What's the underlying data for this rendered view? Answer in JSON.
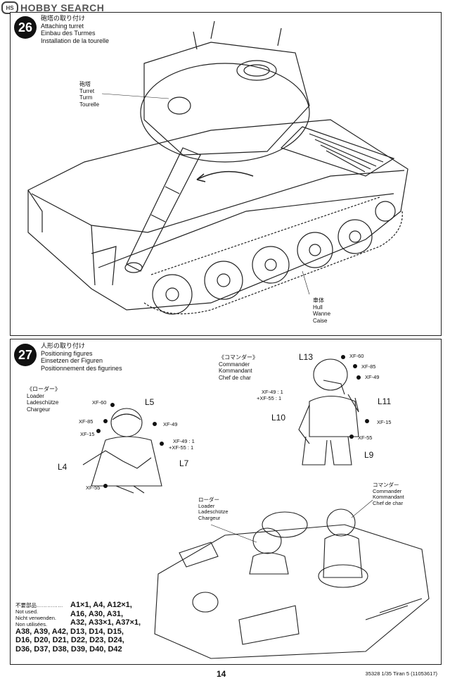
{
  "watermark": {
    "logo": "HS",
    "text": "HOBBY SEARCH"
  },
  "step26": {
    "number": "26",
    "title_jp": "砲塔の取り付け",
    "title_en": "Attaching turret",
    "title_de": "Einbau des Turmes",
    "title_fr": "Installation de la tourelle",
    "turret_label": [
      "砲塔",
      "Turret",
      "Turm",
      "Tourelle"
    ],
    "hull_label": [
      "車体",
      "Hull",
      "Wanne",
      "Caise"
    ]
  },
  "step27": {
    "number": "27",
    "title_jp": "人形の取り付け",
    "title_en": "Positioning figures",
    "title_de": "Einsetzen der Figuren",
    "title_fr": "Positionnement des figurines",
    "loader_label": [
      "《ローダー》",
      "Loader",
      "Ladeschütze",
      "Chargeur"
    ],
    "commander_label": [
      "《コマンダー》",
      "Commander",
      "Kommandant",
      "Chef de char"
    ],
    "loader_parts": {
      "L4": "L4",
      "L5": "L5",
      "L7": "L7"
    },
    "commander_parts": {
      "L13": "L13",
      "L10": "L10",
      "L11": "L11",
      "L9": "L9"
    },
    "loader_paints": {
      "xf60": "XF-60",
      "xf85": "XF-85",
      "xf15": "XF-15",
      "xf49": "XF-49",
      "mix1": "XF-49 : 1",
      "mix2": "+XF-55 : 1",
      "xf55": "XF-55"
    },
    "commander_paints": {
      "xf60": "XF-60",
      "xf85": "XF-85",
      "xf49": "XF-49",
      "mix1": "XF-49 : 1",
      "mix2": "+XF-55 : 1",
      "xf15": "XF-15",
      "xf55": "XF-55"
    },
    "loader_small": [
      "ローダー",
      "Loader",
      "Ladeschütze",
      "Chargeur"
    ],
    "commander_small": [
      "コマンダー",
      "Commander",
      "Kommandant",
      "Chef de char"
    ]
  },
  "not_used": {
    "labels": [
      "不要部品……………",
      "Not used.",
      "Nicht verwenden.",
      "Non utilisées."
    ],
    "line1": "A1×1, A4, A12×1,",
    "line2": "A16, A30, A31,",
    "line3": "A32, A33×1, A37×1,",
    "line4": "A38, A39, A42, D13, D14, D15,",
    "line5": "D16, D20, D21, D22, D23, D24,",
    "line6": "D36, D37, D38, D39, D40, D42"
  },
  "footer": {
    "page": "14",
    "code": "35328  1/35 Tiran 5 (11053617)"
  }
}
